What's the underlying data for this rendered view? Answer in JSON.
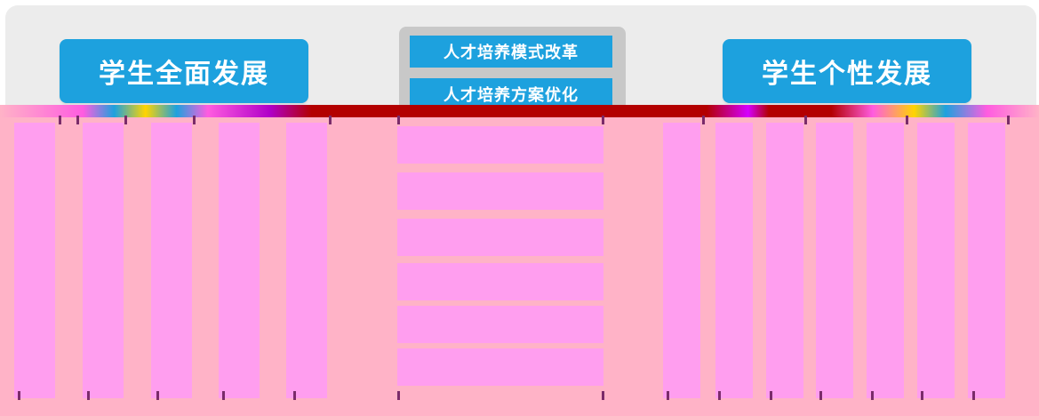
{
  "top": {
    "left_title": "学生全面发展",
    "right_title": "学生个性发展",
    "center_buttons": [
      "人才培养模式改革",
      "人才培养方案优化"
    ]
  },
  "left_columns": [
    "",
    "",
    "",
    "",
    ""
  ],
  "center_items": [
    "",
    "",
    "",
    "",
    "",
    ""
  ],
  "right_columns": [
    "",
    "",
    "",
    "",
    "",
    "",
    ""
  ],
  "colors": {
    "accent": "#1da1de",
    "panel": "#ececec",
    "pink": "#ffb3c7",
    "magenta": "#ff9eef",
    "dark_red": "#b30000"
  }
}
